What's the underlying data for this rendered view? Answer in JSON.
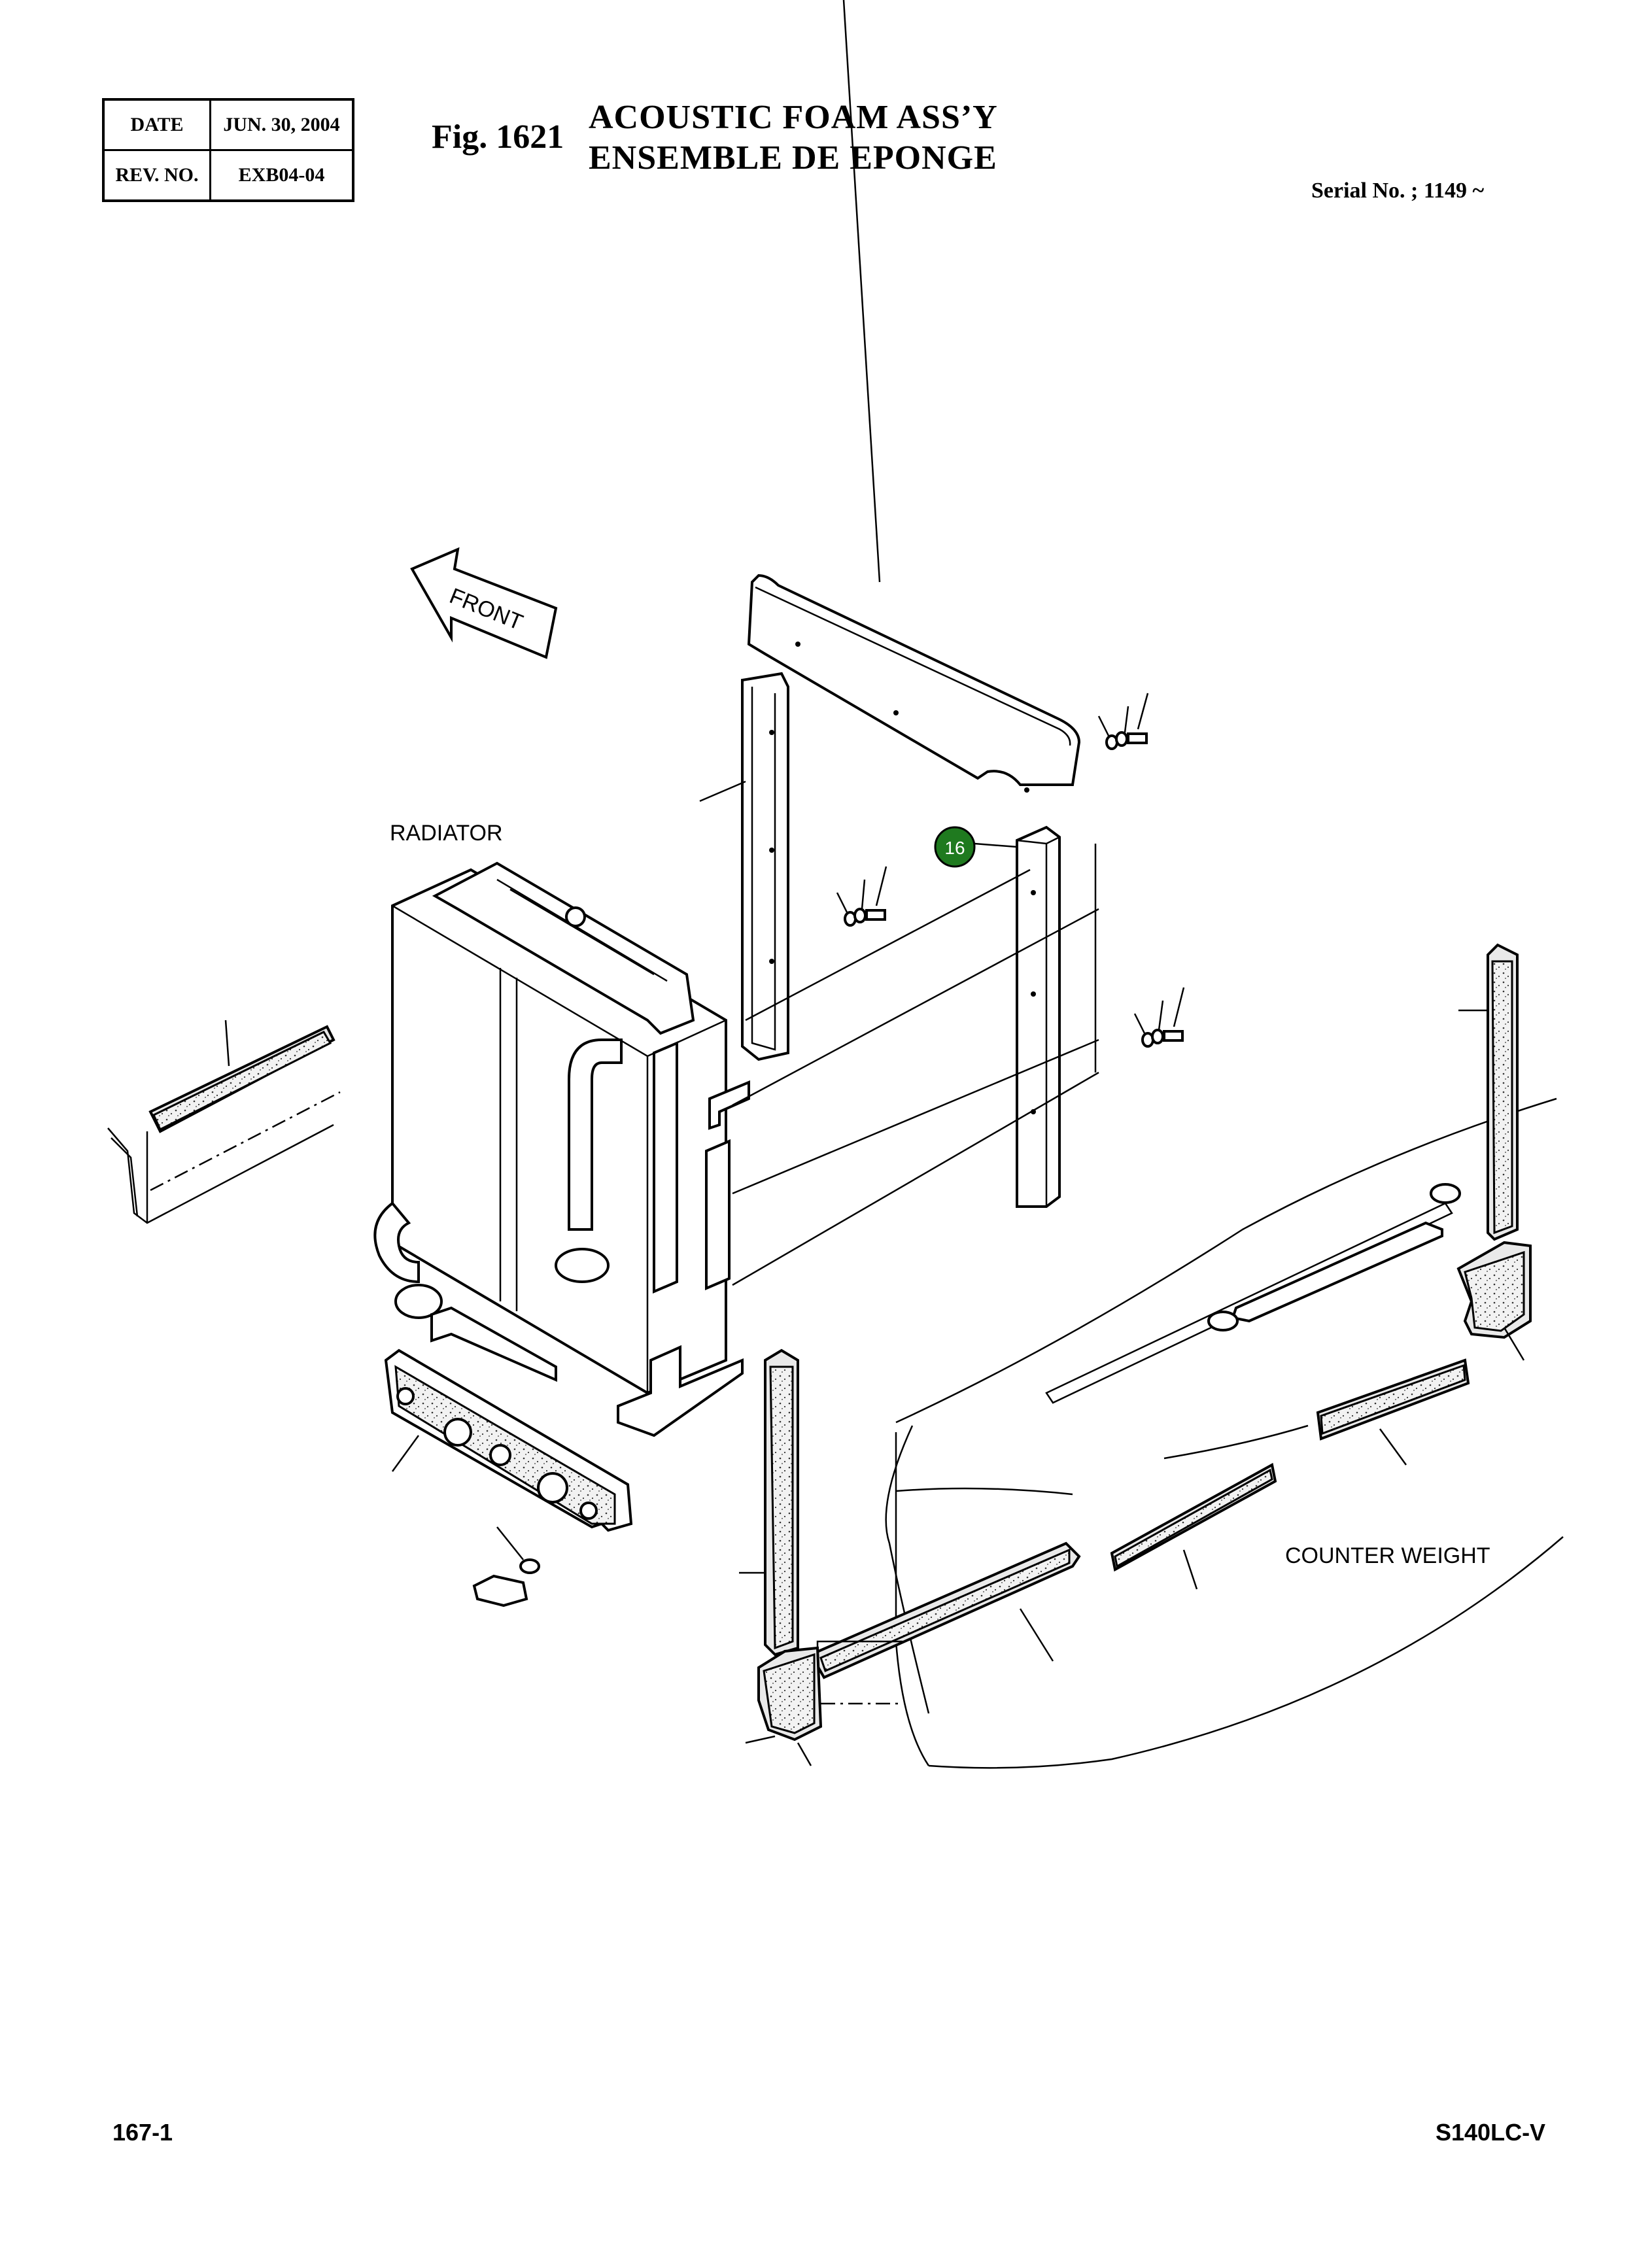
{
  "header": {
    "date_label": "DATE",
    "date_value": "JUN. 30, 2004",
    "rev_label": "REV. NO.",
    "rev_value": "EXB04-04"
  },
  "figure": {
    "number": "Fig. 1621",
    "title_en": "ACOUSTIC FOAM ASS’Y",
    "title_fr": "ENSEMBLE DE EPONGE",
    "serial": "Serial No. ; 1149 ~"
  },
  "diagram": {
    "front_label": "FRONT",
    "radiator_label": "RADIATOR",
    "counter_weight_label": "COUNTER WEIGHT",
    "callout_16": "16",
    "callout_color": "#1f7a1f"
  },
  "footer": {
    "page": "167-1",
    "model": "S140LC-V"
  }
}
